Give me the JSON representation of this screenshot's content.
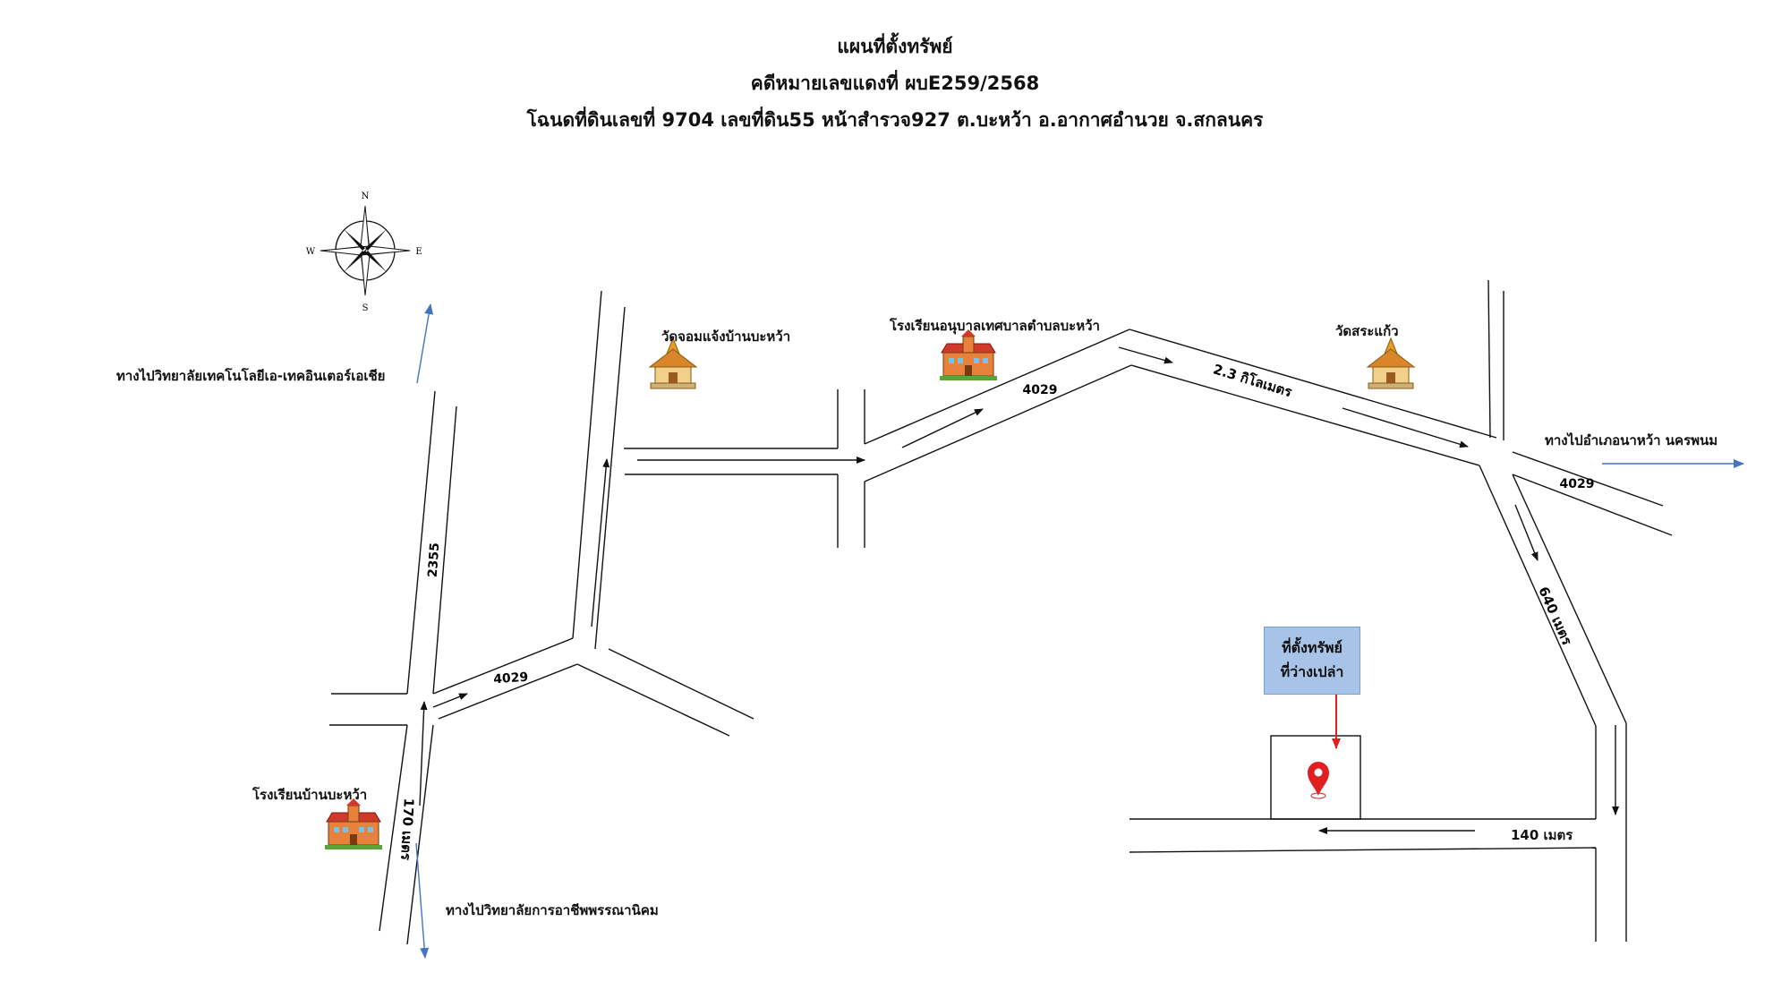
{
  "header": {
    "title": "แผนที่ตั้งทรัพย์",
    "case_line": "คดีหมายเลขแดงที่ ผบE259/2568",
    "deed_line": "โฉนดที่ดินเลขที่ 9704 เลขที่ดิน55 หน้าสำรวจ927 ต.บะหว้า อ.อากาศอำนวย จ.สกลนคร"
  },
  "compass": {
    "n": "N",
    "s": "S",
    "e": "E",
    "w": "W"
  },
  "landmarks": {
    "temple_jomjaeng": "วัดจอมแจ้งบ้านบะหว้า",
    "kindergarten": "โรงเรียนอนุบาลเทศบาลตำบลบะหว้า",
    "temple_srakaew": "วัดสระแก้ว",
    "school_bawa": "โรงเรียนบ้านบะหว้า"
  },
  "directions": {
    "to_tech_college": "ทางไปวิทยาลัยเทคโนโลยีเอ-เทคอินเตอร์เอเชีย",
    "to_naphawa": "ทางไปอำเภอนาหว้า นครพนม",
    "to_vocational_college": "ทางไปวิทยาลัยการอาชีพพรรณานิคม"
  },
  "roads": {
    "r2355": "2355",
    "r4029_a": "4029",
    "r4029_b": "4029",
    "r4029_c": "4029",
    "dist_2_3km": "2.3 กิโลเมตร",
    "dist_640m": "640 เมตร",
    "dist_140m": "140 เมตร",
    "dist_170m": "170 เมตร"
  },
  "callout": {
    "line1": "ที่ตั้งทรัพย์",
    "line2": "ที่ว่างเปล่า"
  },
  "icons": {
    "compass": "compass-rose-icon",
    "temple": "temple-icon",
    "school": "school-icon",
    "pin": "location-pin-icon"
  },
  "colors": {
    "road": "#111111",
    "direction_arrow": "#4472c4",
    "pin": "#e02020",
    "callout_fill": "#a7c4e8"
  }
}
